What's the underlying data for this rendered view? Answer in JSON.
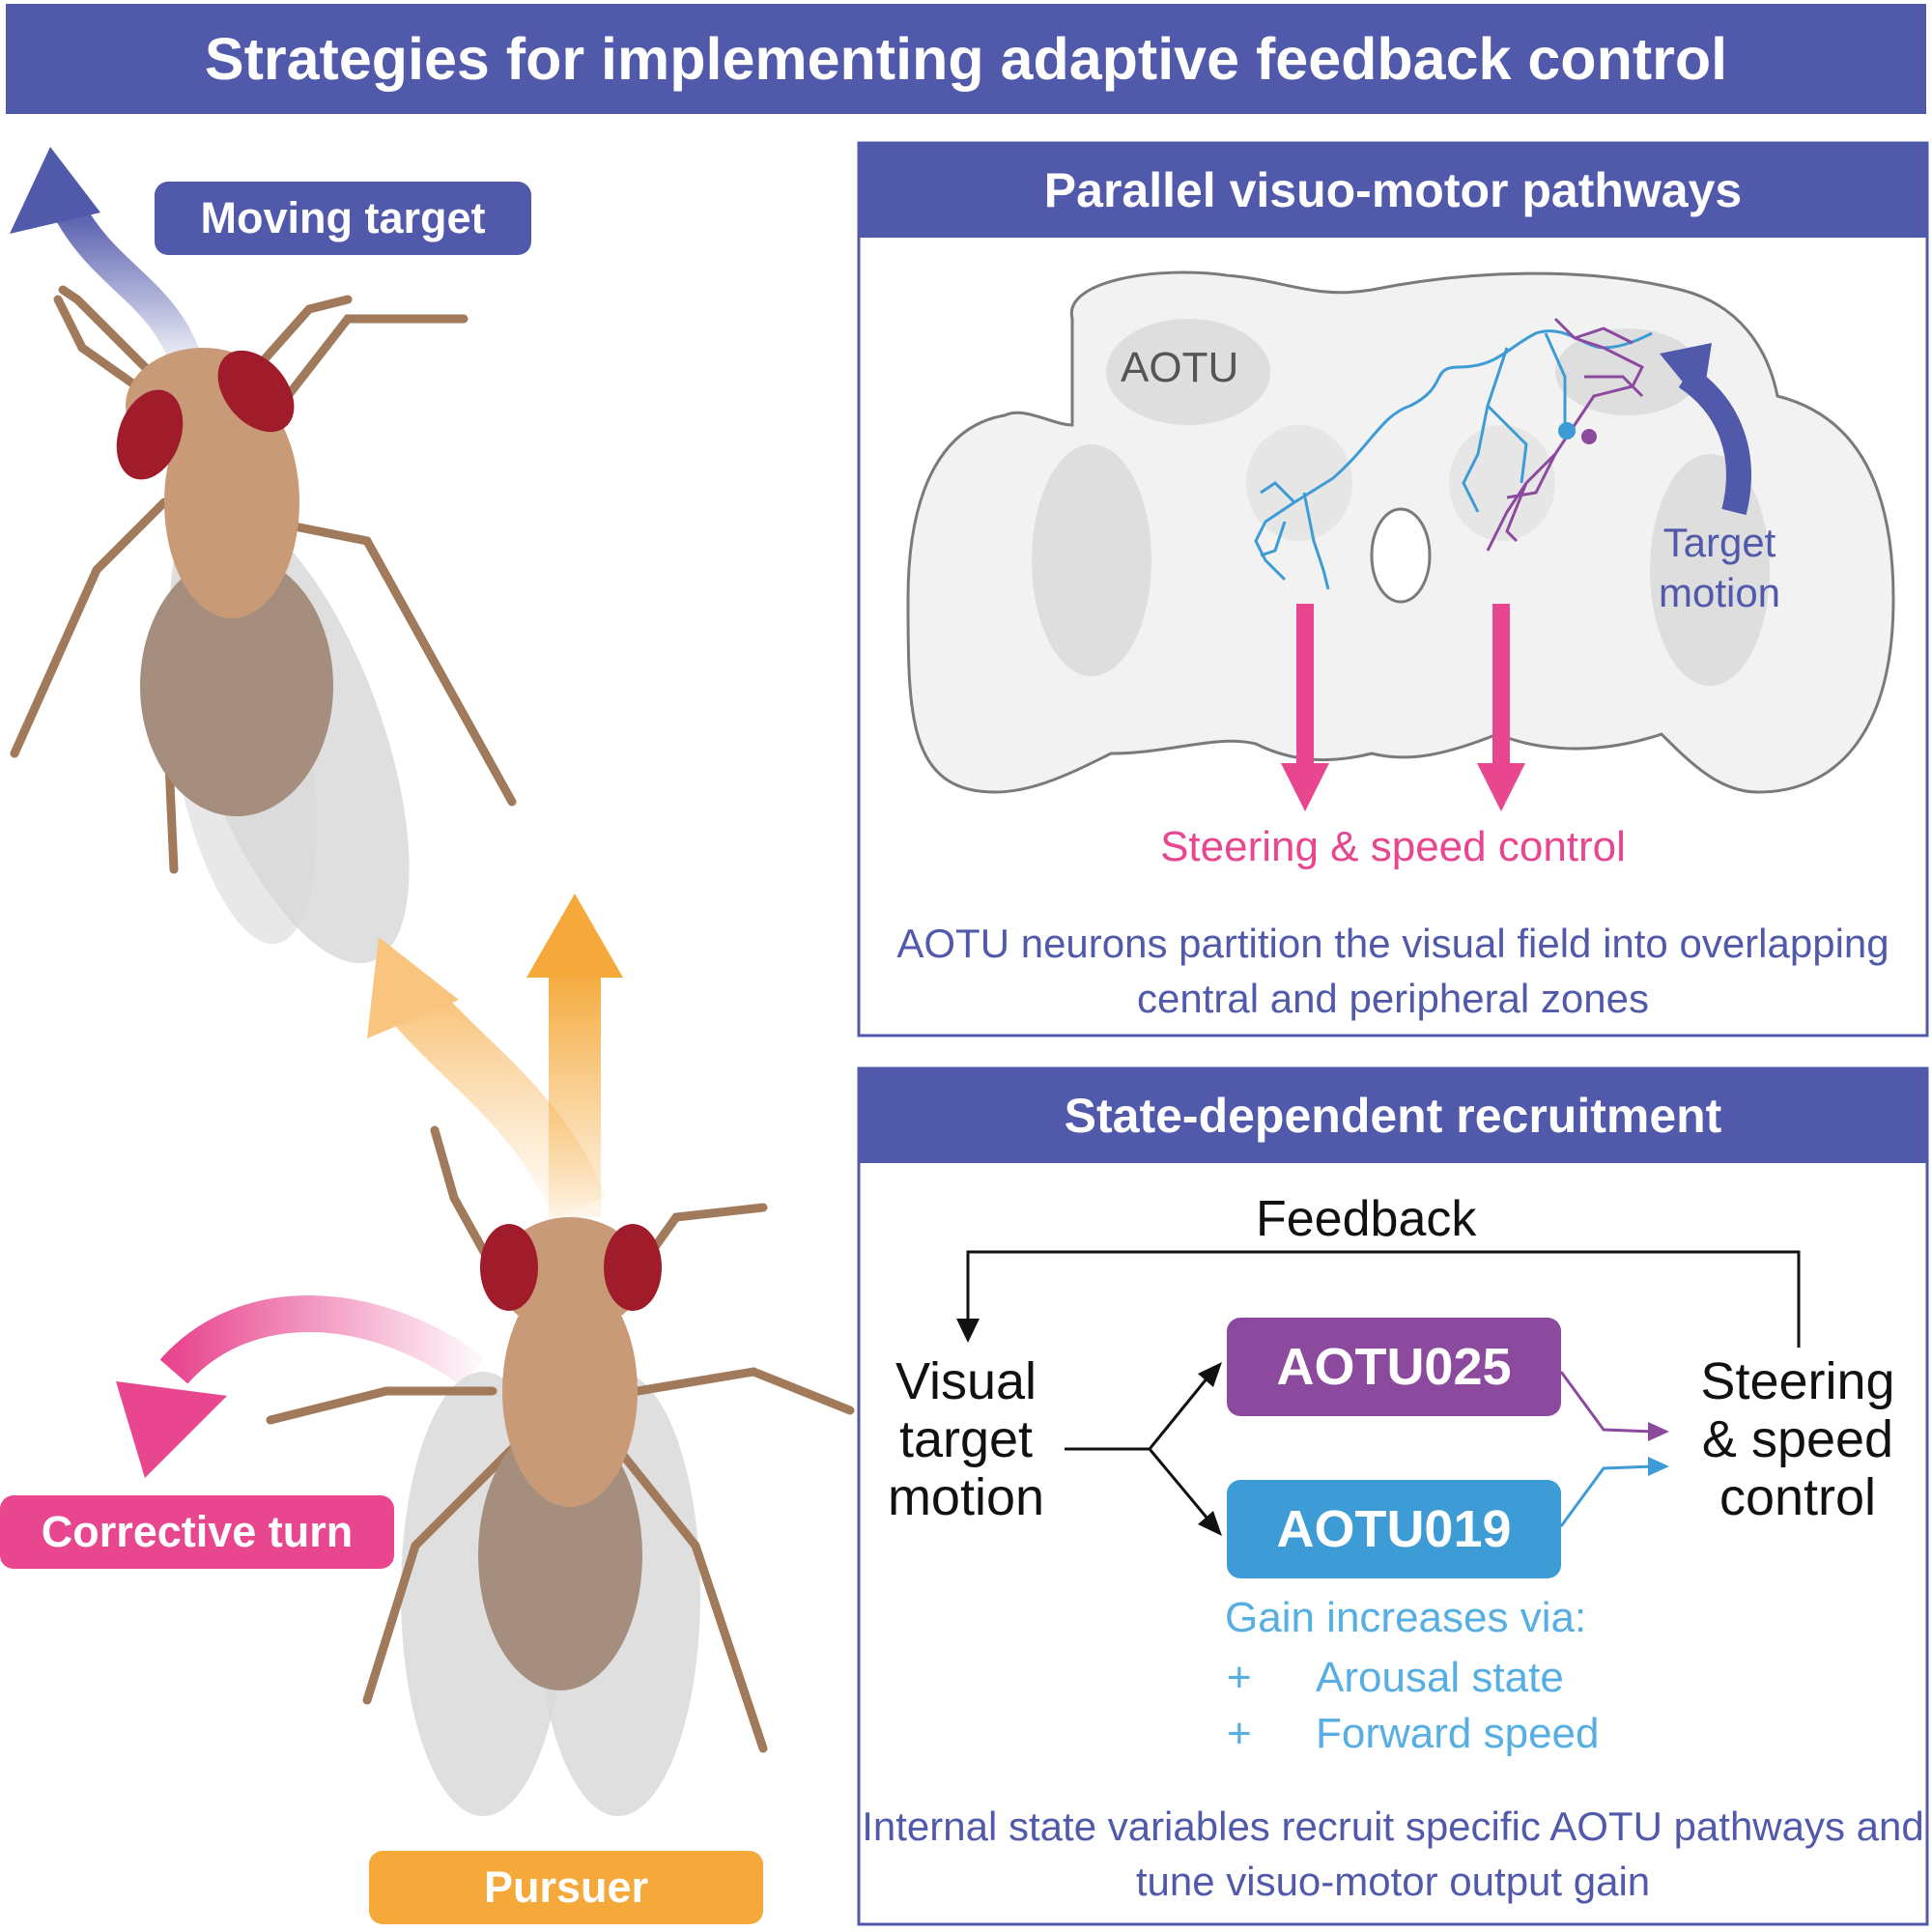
{
  "title": "Strategies for implementing adaptive feedback control",
  "left": {
    "moving_target": "Moving target",
    "corrective_turn": "Corrective turn",
    "pursuer": "Pursuer"
  },
  "panel1": {
    "header": "Parallel visuo-motor pathways",
    "aotu_label": "AOTU",
    "target_motion": "Target motion",
    "steering": "Steering & speed control",
    "caption": "AOTU neurons partition the visual field into overlapping central and peripheral zones"
  },
  "panel2": {
    "header": "State-dependent recruitment",
    "feedback": "Feedback",
    "visual_input": "Visual target motion",
    "box_top": "AOTU025",
    "box_bottom": "AOTU019",
    "output": "Steering & speed control",
    "gain_title": "Gain increases via:",
    "gain_items": [
      {
        "sign": "+",
        "text": "Arousal state"
      },
      {
        "sign": "+",
        "text": "Forward speed"
      }
    ],
    "caption": "Internal state variables recruit specific AOTU pathways and tune visuo-motor output gain"
  },
  "colors": {
    "navy": "#5159ab",
    "pink": "#e8468f",
    "orange": "#f5a93a",
    "purple": "#8c4a9e",
    "blue": "#3d9bd6",
    "fly_body": "#c99a77",
    "fly_eye": "#a01c2a"
  }
}
